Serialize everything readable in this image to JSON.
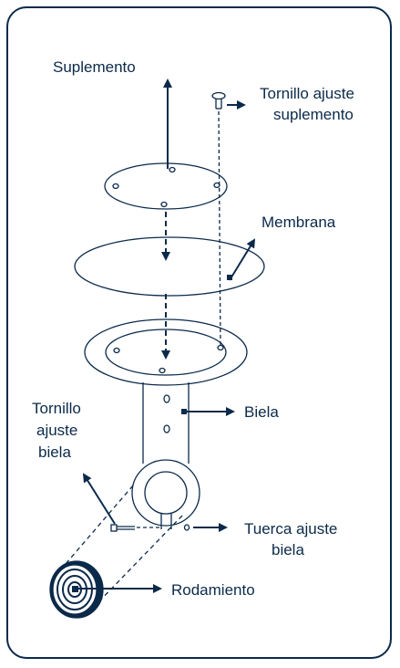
{
  "labels": {
    "suplemento": "Suplemento",
    "tornillo_suplemento_1": "Tornillo ajuste",
    "tornillo_suplemento_2": "suplemento",
    "membrana": "Membrana",
    "tornillo_biela_1": "Tornillo",
    "tornillo_biela_2": "ajuste",
    "tornillo_biela_3": "biela",
    "biela": "Biela",
    "tuerca_1": "Tuerca ajuste",
    "tuerca_2": "biela",
    "rodamiento": "Rodamiento"
  },
  "colors": {
    "ink": "#0b2a4a",
    "paper": "#ffffff"
  }
}
